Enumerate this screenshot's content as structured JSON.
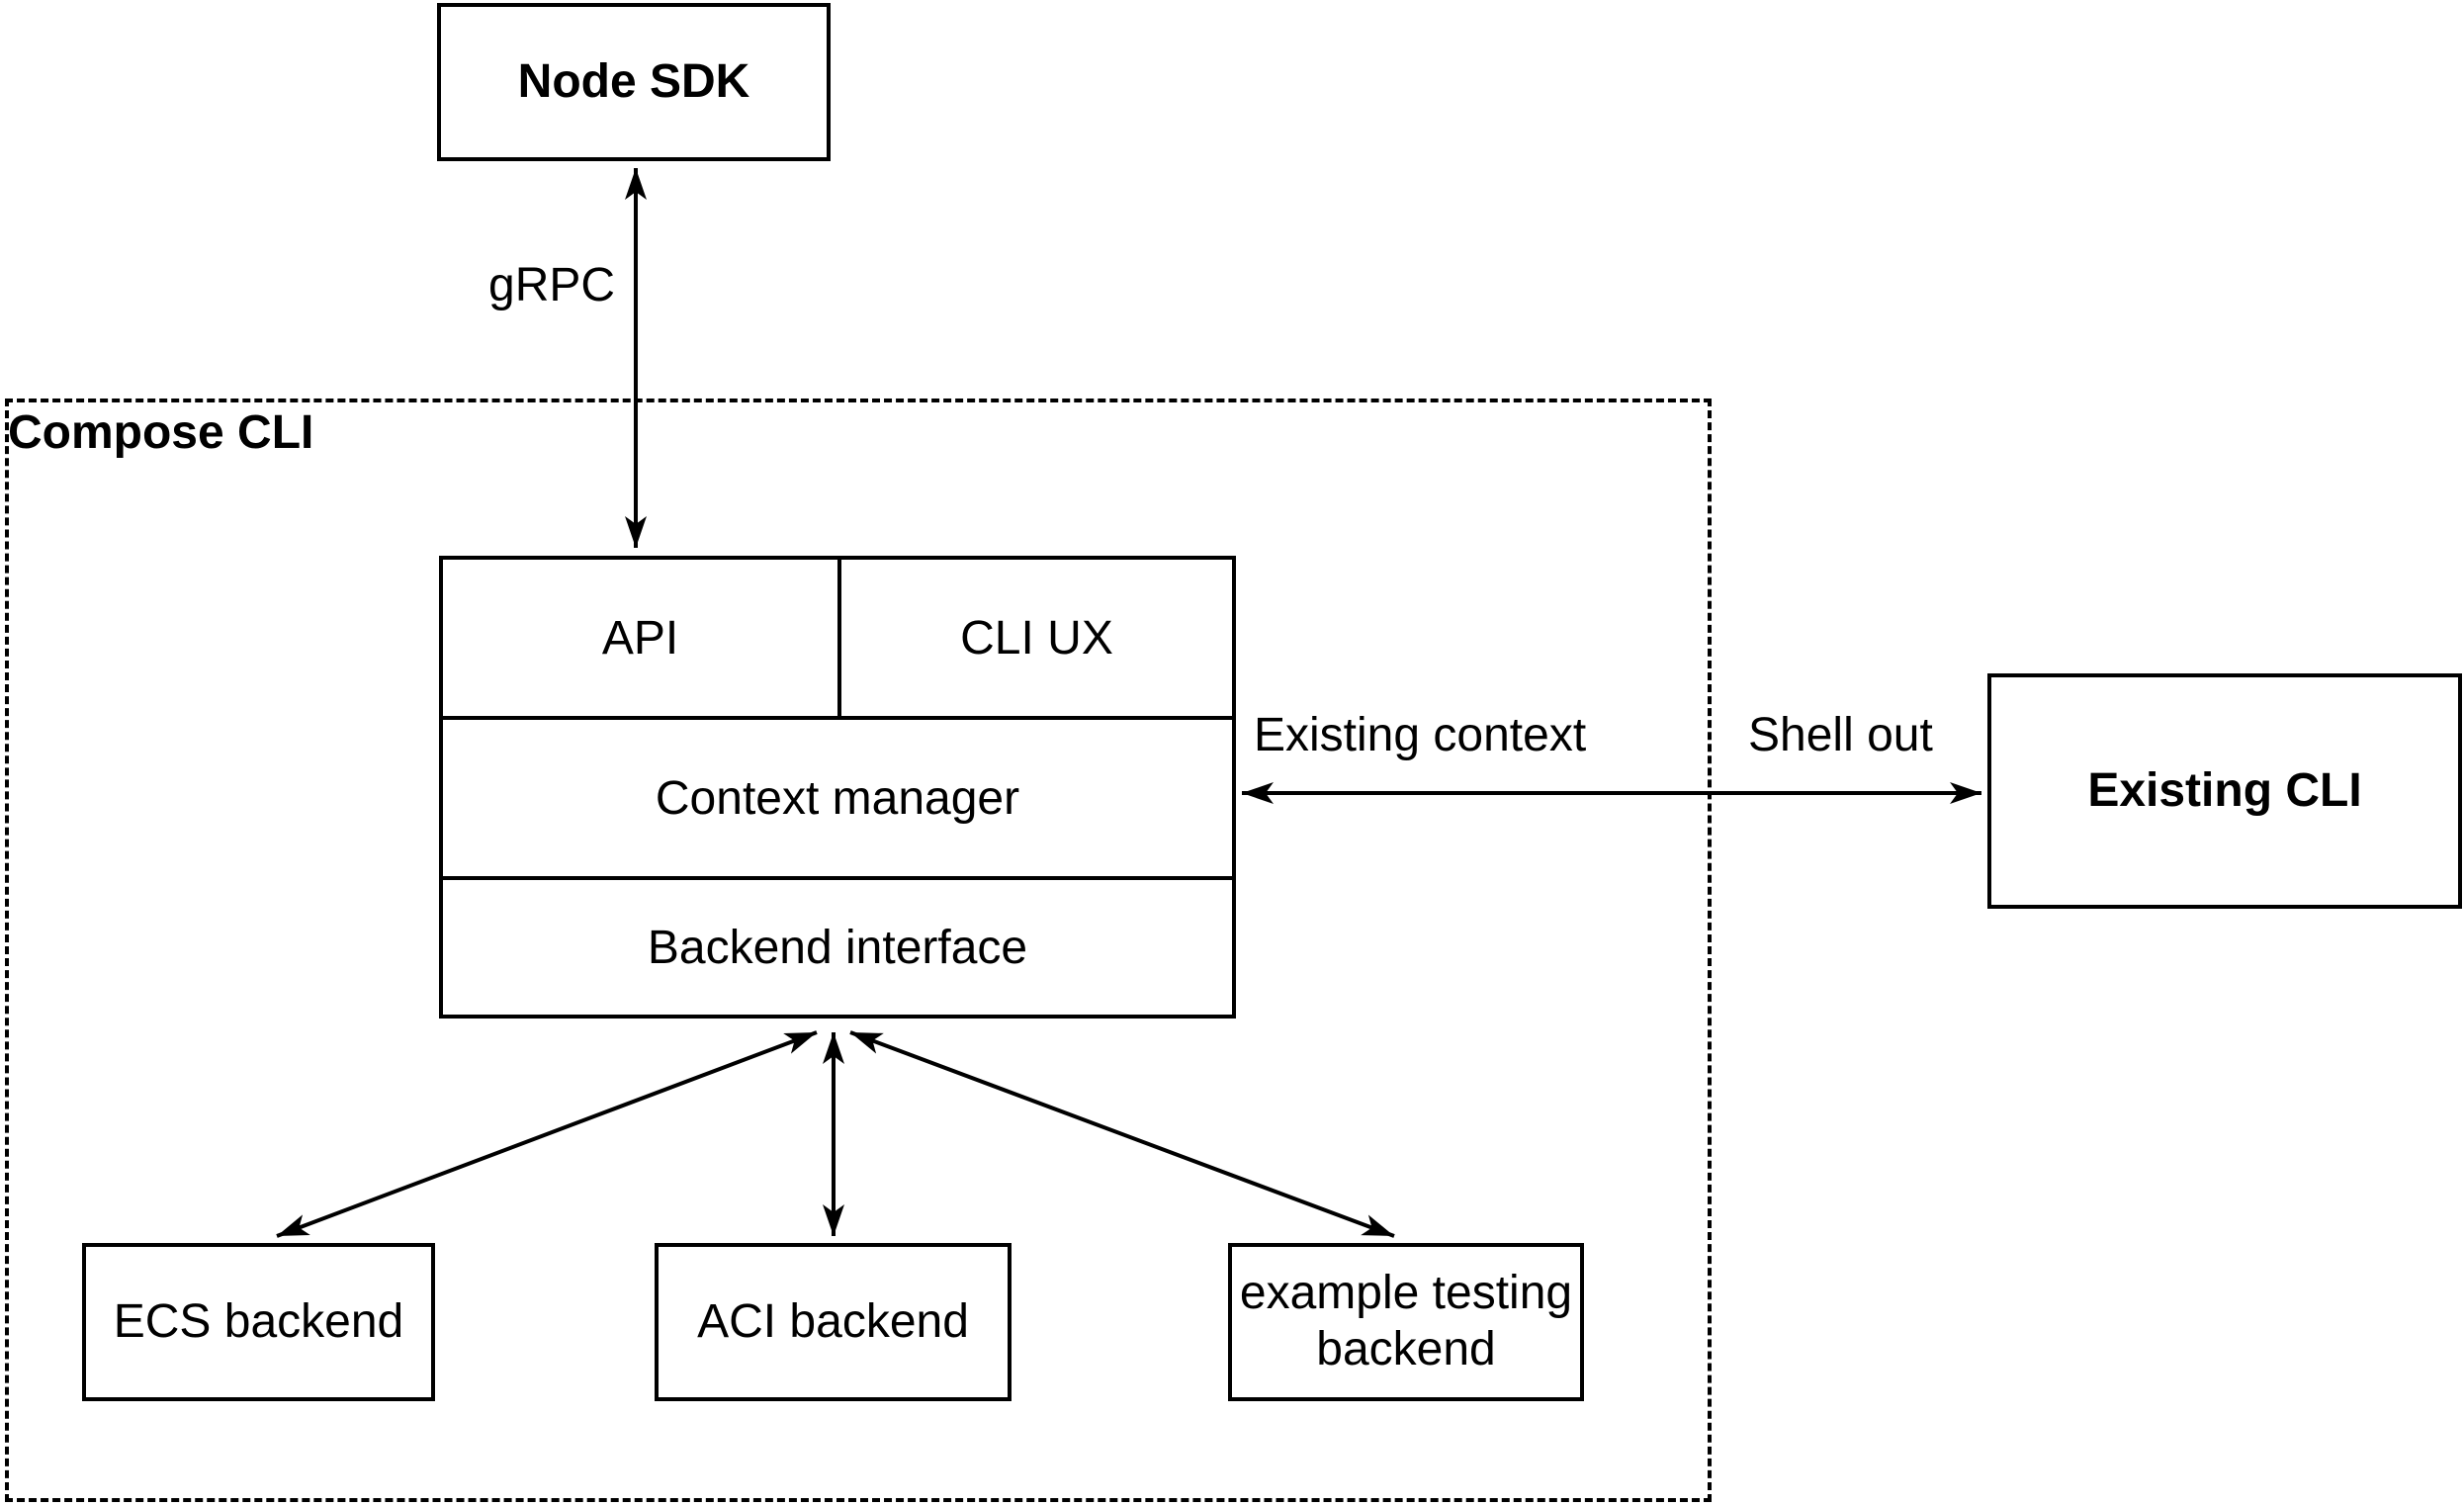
{
  "nodes": {
    "node_sdk": {
      "label": "Node SDK"
    },
    "compose_cli": {
      "label": "Compose CLI"
    },
    "api": {
      "label": "API"
    },
    "cli_ux": {
      "label": "CLI UX"
    },
    "context_manager": {
      "label": "Context manager"
    },
    "backend_interface": {
      "label": "Backend interface"
    },
    "existing_cli": {
      "label": "Existing CLI"
    },
    "ecs_backend": {
      "label": "ECS backend"
    },
    "aci_backend": {
      "label": "ACI backend"
    },
    "example_testing_backend": {
      "label": "example testing backend"
    }
  },
  "edges": {
    "grpc": {
      "label": "gRPC"
    },
    "existing_context": {
      "label": "Existing context"
    },
    "shell_out": {
      "label": "Shell out"
    }
  },
  "colors": {
    "stroke": "#000000",
    "background": "#ffffff"
  }
}
